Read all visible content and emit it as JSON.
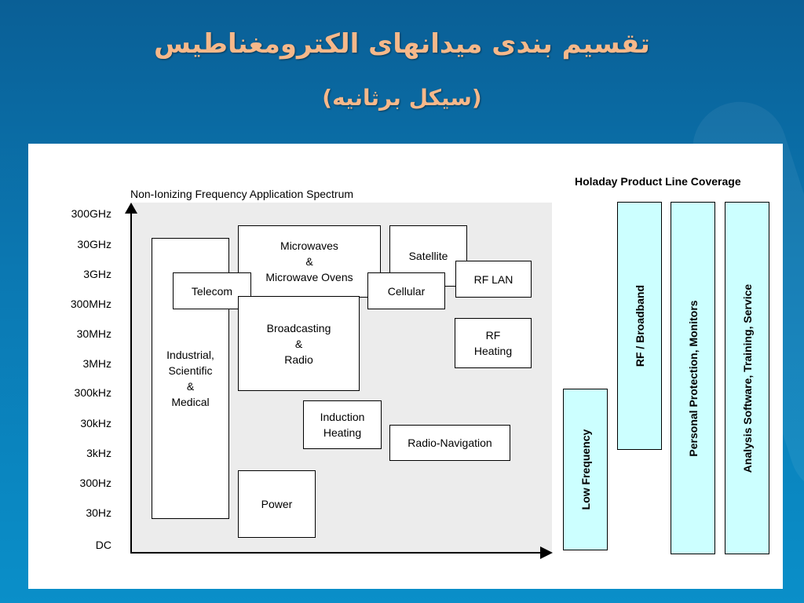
{
  "slide": {
    "title": "تقسیم بندی میدانهای الکترومغناطیس",
    "subtitle": "(سیکل برثانیه)"
  },
  "diagram": {
    "title": "Non-Ionizing Frequency Application Spectrum",
    "y_axis_labels": [
      "300GHz",
      "30GHz",
      "3GHz",
      "300MHz",
      "30MHz",
      "3MHz",
      "300kHz",
      "30kHz",
      "3kHz",
      "300Hz",
      "30Hz",
      "DC"
    ],
    "applications": [
      {
        "label": "Industrial,\nScientific\n&\nMedical"
      },
      {
        "label": "Microwaves\n&\nMicrowave Ovens"
      },
      {
        "label": "Satellite"
      },
      {
        "label": "RF LAN"
      },
      {
        "label": "Telecom"
      },
      {
        "label": "Cellular"
      },
      {
        "label": "Broadcasting\n&\nRadio"
      },
      {
        "label": "RF\nHeating"
      },
      {
        "label": "Induction\nHeating"
      },
      {
        "label": "Radio-Navigation"
      },
      {
        "label": "Power"
      }
    ]
  },
  "coverage": {
    "title": "Holaday Product Line Coverage",
    "bars": [
      {
        "label": "Low Frequency"
      },
      {
        "label": "RF / Broadband"
      },
      {
        "label": "Personal Protection, Monitors"
      },
      {
        "label": "Analysis Software, Training, Service"
      }
    ],
    "fill_color": "#ccffff"
  },
  "colors": {
    "title": "#f6b88a",
    "background": "#0b78b2"
  }
}
